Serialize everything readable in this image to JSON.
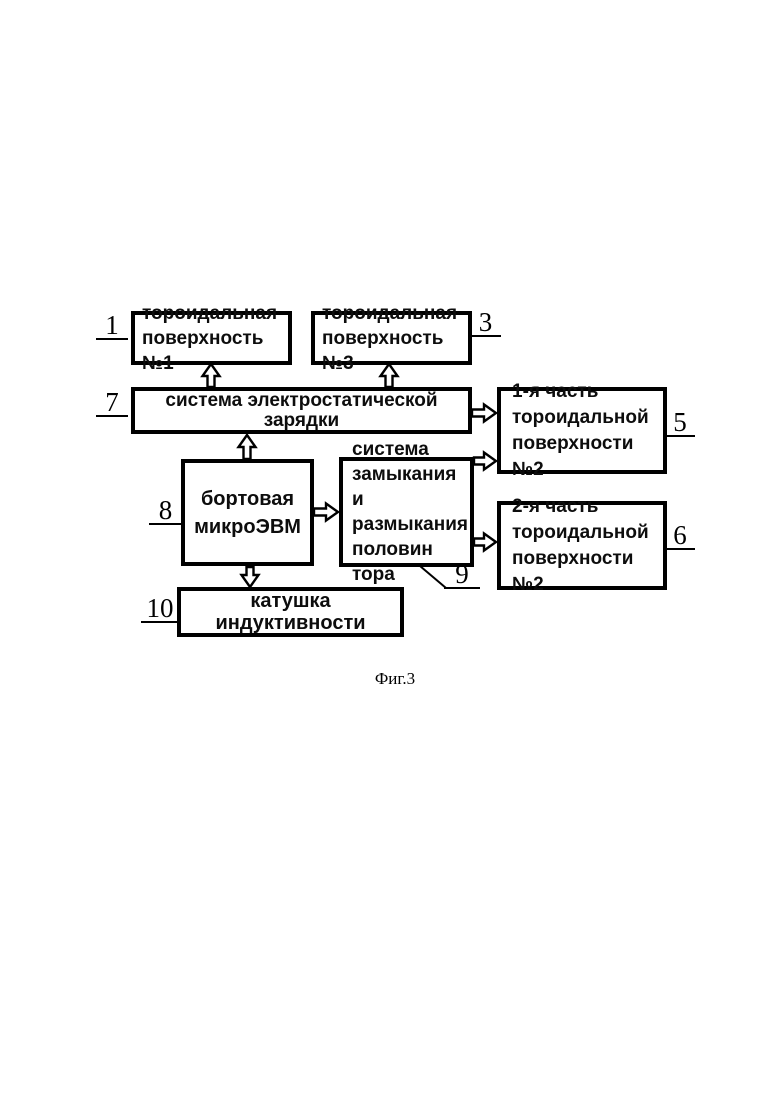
{
  "figure": {
    "caption": "Фиг.3"
  },
  "blocks": {
    "toroidal_surface_1": {
      "ref": "1",
      "label": "тороидальная\nповерхность №1"
    },
    "toroidal_surface_3": {
      "ref": "3",
      "label": "тороидальная\nповерхность №3"
    },
    "electrostatic_charging_system": {
      "ref": "7",
      "label": "система электростатической зарядки"
    },
    "onboard_microcomputer": {
      "ref": "8",
      "label": "бортовая\nмикроЭВМ"
    },
    "torus_halves_switching_system": {
      "ref": "9",
      "label": "система\nзамыкания и\nразмыкания\nполовин тора"
    },
    "toroidal_surface_2_part_1": {
      "ref": "5",
      "label": "1-я часть\nтороидальной\nповерхности №2"
    },
    "toroidal_surface_2_part_2": {
      "ref": "6",
      "label": "2-я часть\nтороидальной\nповерхности №2"
    },
    "inductance_coil": {
      "ref": "10",
      "label": "катушка индуктивности"
    }
  },
  "connections": [
    {
      "from": "electrostatic_charging_system",
      "to": "toroidal_surface_1",
      "direction": "up"
    },
    {
      "from": "electrostatic_charging_system",
      "to": "toroidal_surface_3",
      "direction": "up"
    },
    {
      "from": "onboard_microcomputer",
      "to": "electrostatic_charging_system",
      "direction": "up"
    },
    {
      "from": "onboard_microcomputer",
      "to": "torus_halves_switching_system",
      "direction": "right"
    },
    {
      "from": "onboard_microcomputer",
      "to": "inductance_coil",
      "direction": "down"
    },
    {
      "from": "electrostatic_charging_system",
      "to": "toroidal_surface_2_part_1",
      "direction": "right"
    },
    {
      "from": "torus_halves_switching_system",
      "to": "toroidal_surface_2_part_1",
      "direction": "right"
    },
    {
      "from": "torus_halves_switching_system",
      "to": "toroidal_surface_2_part_2",
      "direction": "right"
    }
  ],
  "colors": {
    "line": "#000000",
    "background": "#ffffff"
  }
}
